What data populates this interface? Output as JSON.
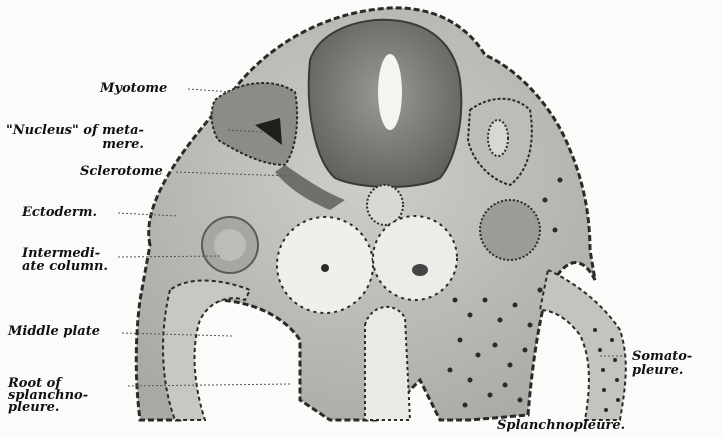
{
  "figure": {
    "labels": {
      "myotome": "Myotome",
      "nucleus": "\"Nucleus\" of meta-\nmere.",
      "sclerotome": "Sclerotome",
      "ectoderm": "Ectoderm.",
      "intermediate_column": "Intermedi-\nate column.",
      "middle_plate": "Middle plate",
      "root_splanchnopleure": "Root of\nsplanchno-\npleure.",
      "somatopleure": "Somato-\npleure.",
      "splanchnopleure": "Splanchnopleure."
    },
    "colors": {
      "tissue": "#b9b9b4",
      "tissue_dark": "#8f8f8a",
      "cells": "#2a2a28",
      "neural_tube": "#707070",
      "background": "#fbfbf9"
    }
  }
}
